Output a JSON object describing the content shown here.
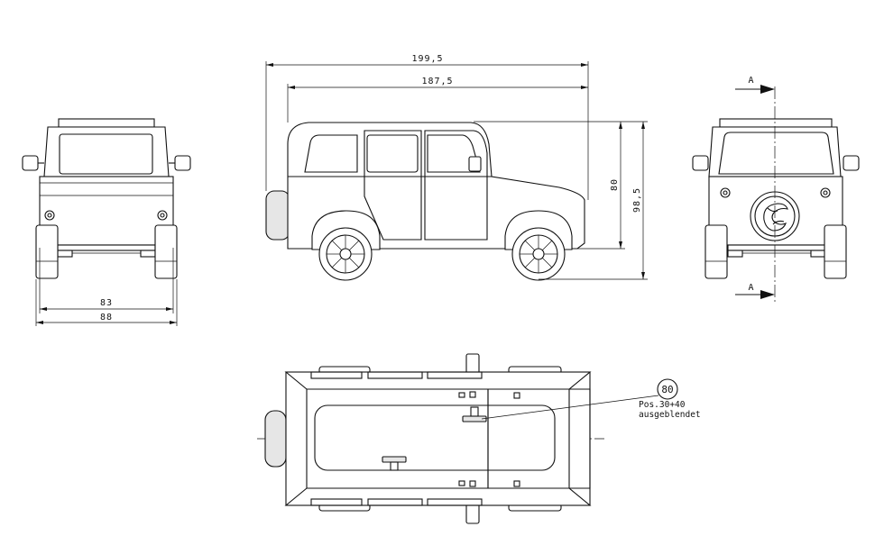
{
  "dimensions": {
    "overall_length": "199,5",
    "body_length": "187,5",
    "body_height": "80",
    "overall_height": "98,5",
    "body_width": "83",
    "overall_width": "88"
  },
  "section": {
    "marker_top": "A",
    "marker_bottom": "A"
  },
  "callout": {
    "position_number": "80",
    "note_line1": "Pos.30+40",
    "note_line2": "ausgeblendet"
  }
}
